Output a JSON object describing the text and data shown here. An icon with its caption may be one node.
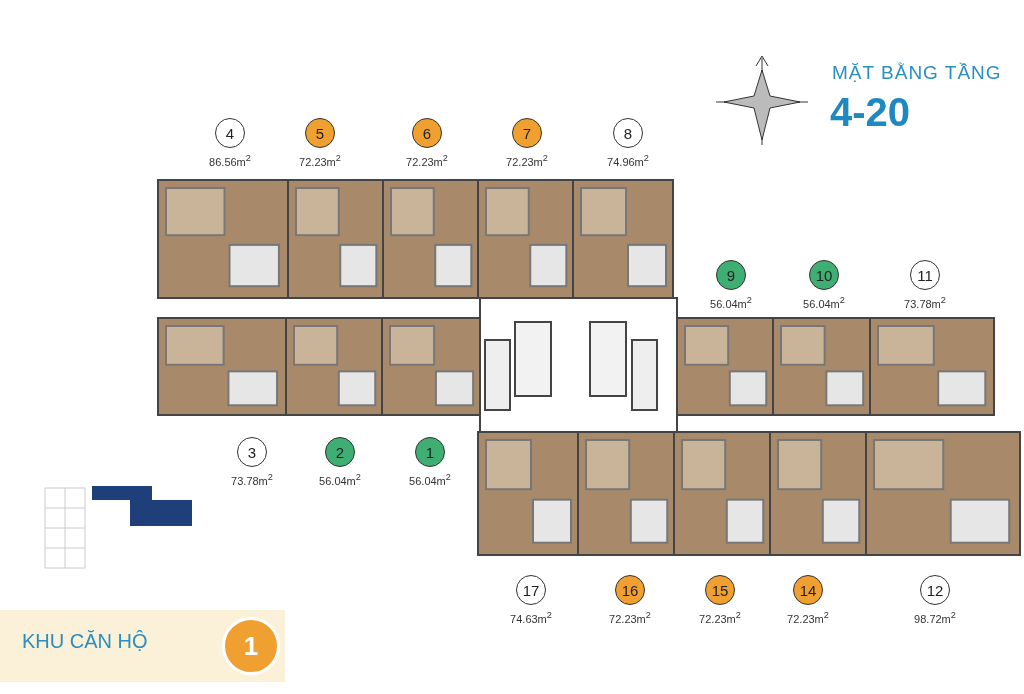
{
  "diagram": {
    "title": "MẶT BẰNG TẦNG",
    "nodes": [
      {
        "text": [
          "4"
        ],
        "beside": [
          "86.56m$^{2}$"
        ]
      },
      {
        "text": [
          "5"
        ],
        "beside": [
          "72.23m$^{2}$"
        ]
      },
      {
        "text": [
          "6"
        ],
        "beside": [
          "72.23m$^{2}$"
        ]
      },
      {
        "text": [
          "7"
        ],
        "beside": [
          "72.23m$^{2}$"
        ]
      },
      {
        "text": [
          "8"
        ],
        "beside": [
          "74.96m$^{2}$"
        ]
      },
      {
        "text": [
          "9"
        ],
        "beside": [
          "56.04m$^{2}$"
        ]
      },
      {
        "text": [
          "10"
        ],
        "beside": [
          "56.04m$^{2}$"
        ]
      },
      {
        "text": [
          "11"
        ],
        "beside": [
          "73.78m$^{2}$"
        ]
      },
      {
        "text": [
          "3"
        ],
        "beside": [
          "73.78m$^{2}$"
        ]
      },
      {
        "text": [
          "2"
        ],
        "beside": [
          "56.04m$^{2}$"
        ]
      },
      {
        "text": [
          "1"
        ],
        "beside": [
          "56.04m$^{2}$"
        ]
      },
      {
        "text": [
          "17"
        ],
        "beside": [
          "74.63m$^{2}$"
        ]
      },
      {
        "text": [
          "16"
        ],
        "beside": [
          "72.23m$^{2}$"
        ]
      },
      {
        "text": [
          "15"
        ],
        "beside": [
          "72.23m$^{2}$"
        ]
      },
      {
        "text": [
          "14"
        ],
        "beside": [
          "72.23m$^{2}$"
        ]
      },
      {
        "text": [
          "12"
        ],
        "beside": [
          "98.72m$^{2}$"
        ]
      },
      {
        "text": [
          "1"
        ]
      }
    ],
    "labels": [
      "4-20",
      "KHU CĂN HỘ"
    ]
  }
}
